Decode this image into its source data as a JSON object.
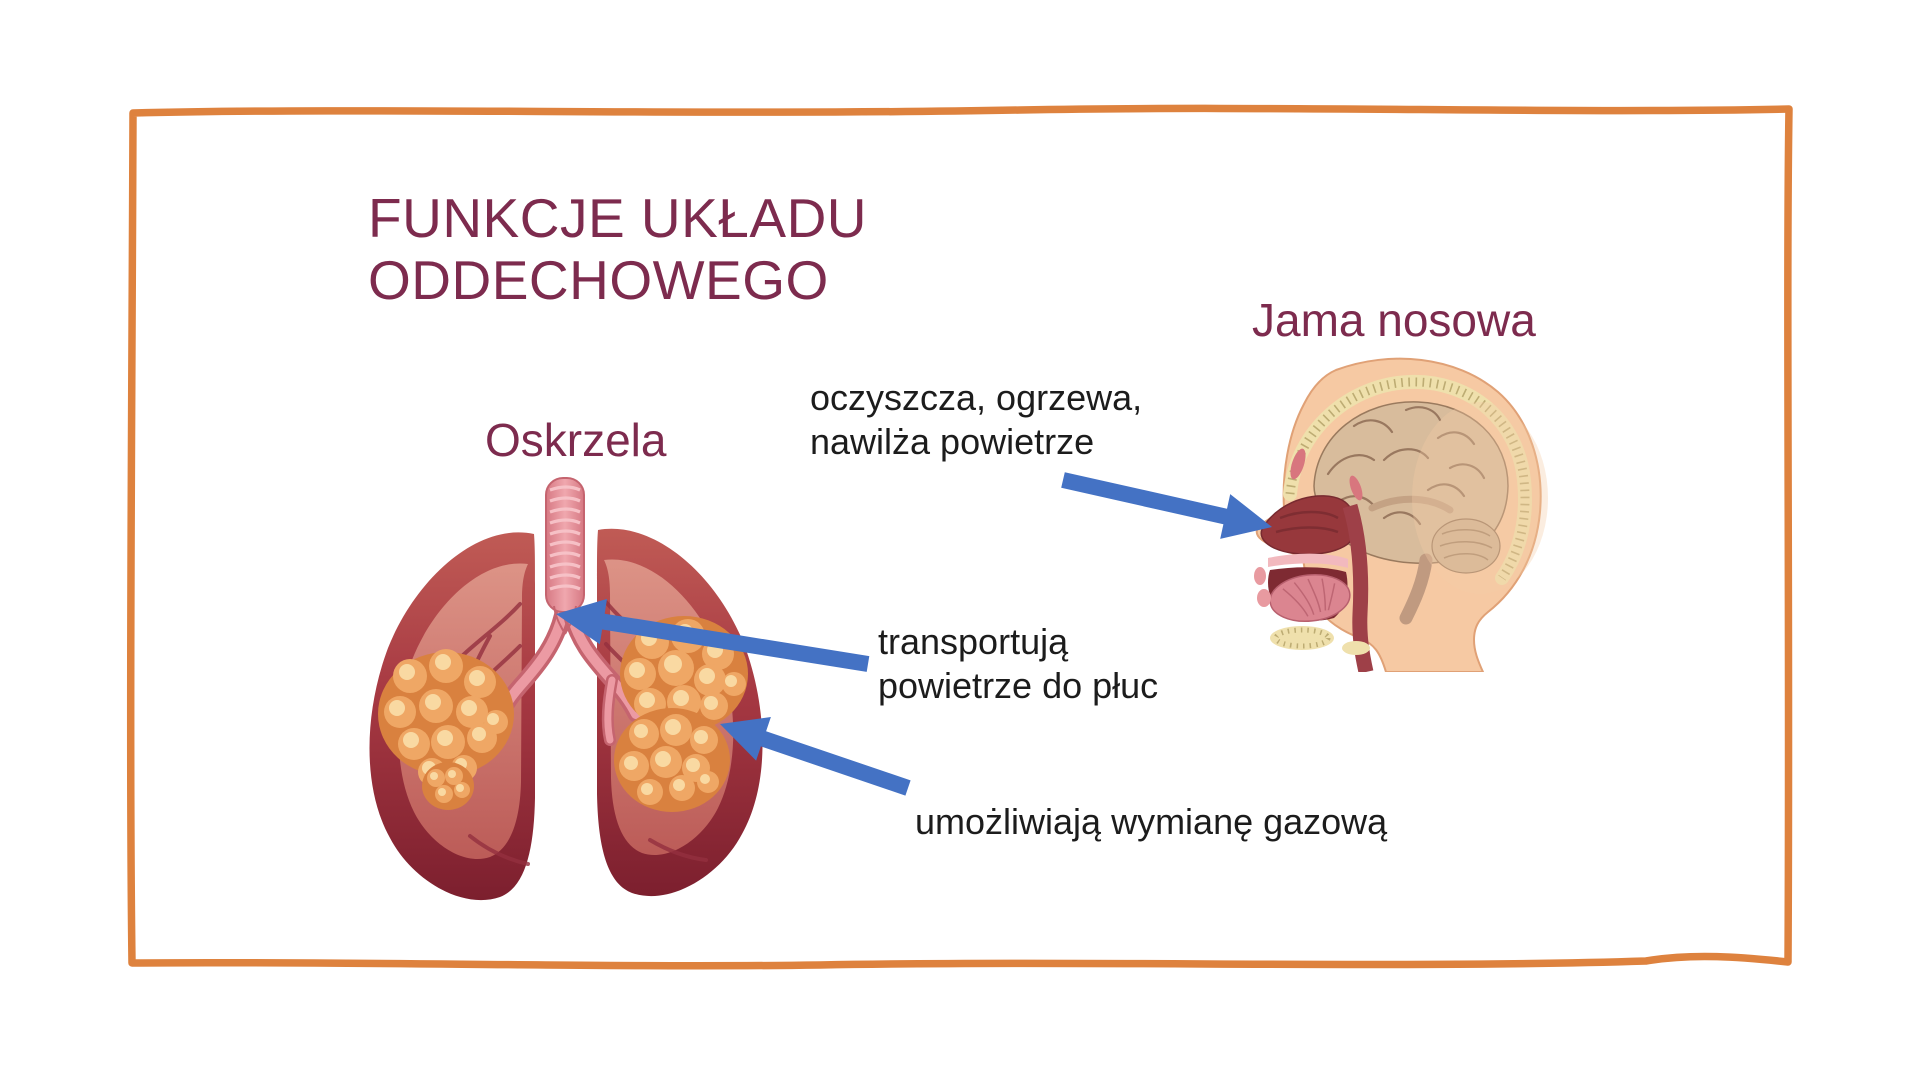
{
  "slide": {
    "title": {
      "line1": "FUNKCJE UKŁADU",
      "line2": "ODDECHOWEGO"
    },
    "labels": {
      "bronchi": "Oskrzela",
      "nasal_cavity": "Jama nosowa"
    },
    "annotations": {
      "nasal": {
        "line1": "oczyszcza, ogrzewa,",
        "line2": "nawilża powietrze"
      },
      "bronchi": {
        "line1": "transportują",
        "line2": "powietrze do płuc"
      },
      "alveoli": {
        "line1": "umożliwiają wymianę gazową"
      }
    },
    "colors": {
      "border_orange": "#DE823E",
      "heading_maroon": "#7D2B4E",
      "body_text": "#1C1C1C",
      "arrow_blue": "#4472C4"
    },
    "graphics": {
      "border": "hand-drawn-orange-frame",
      "lungs": "lungs-with-trachea-bronchi-and-alveoli",
      "head": "head-sagittal-cross-section",
      "arrows": "solid-blue-pointer-arrows"
    }
  }
}
